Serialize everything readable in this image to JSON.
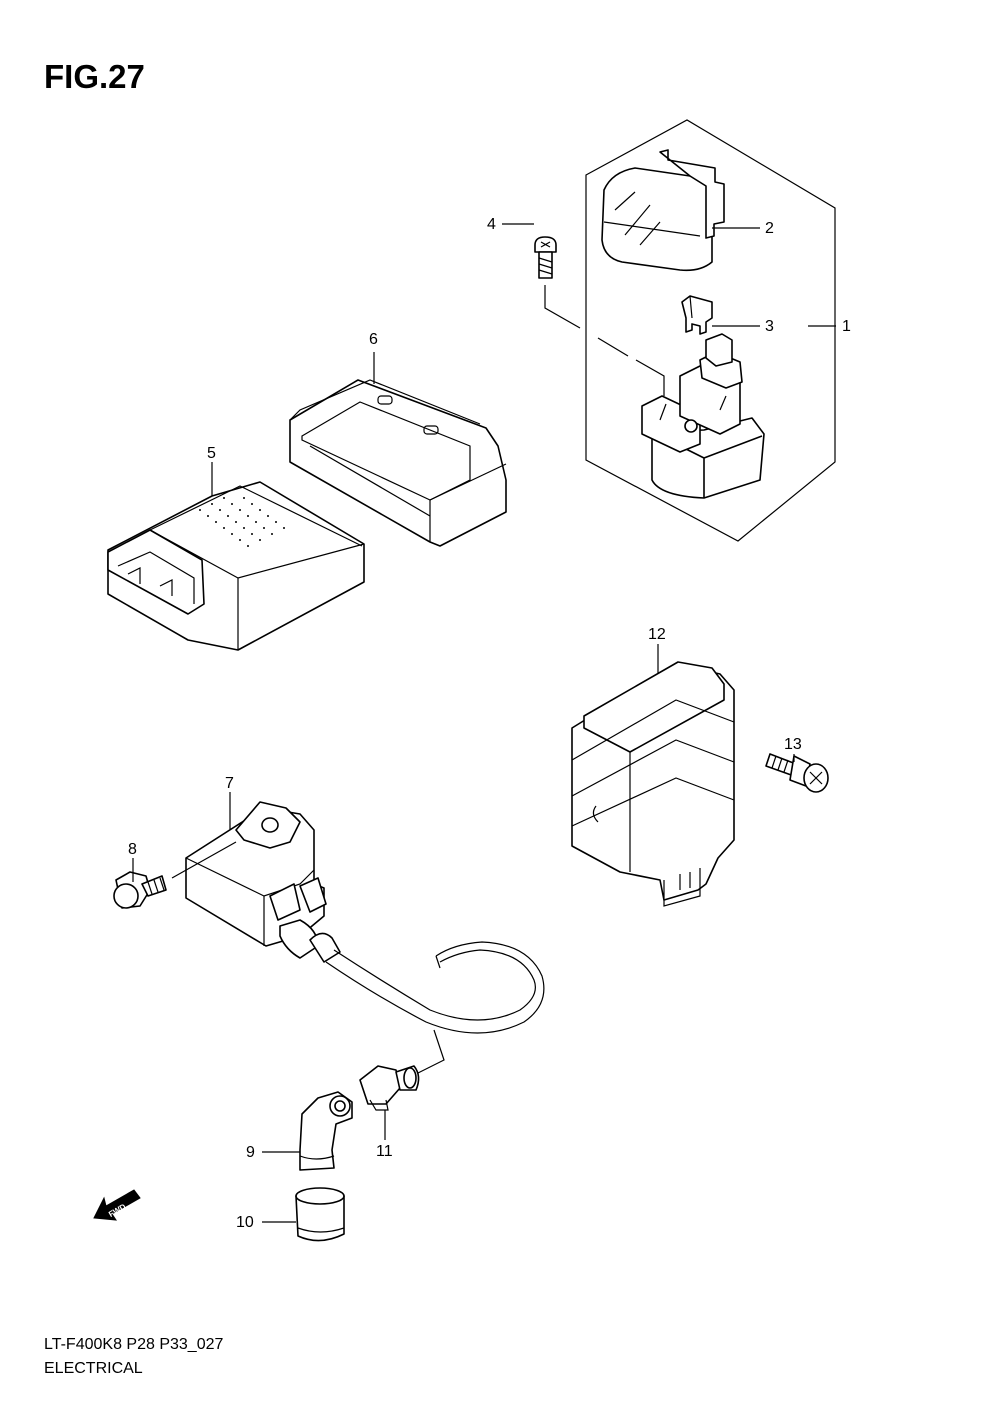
{
  "figure": {
    "title": "FIG.27"
  },
  "callouts": [
    {
      "id": "1",
      "label": "1"
    },
    {
      "id": "2",
      "label": "2"
    },
    {
      "id": "3",
      "label": "3"
    },
    {
      "id": "4",
      "label": "4"
    },
    {
      "id": "5",
      "label": "5"
    },
    {
      "id": "6",
      "label": "6"
    },
    {
      "id": "7",
      "label": "7"
    },
    {
      "id": "8",
      "label": "8"
    },
    {
      "id": "9",
      "label": "9"
    },
    {
      "id": "10",
      "label": "10"
    },
    {
      "id": "11",
      "label": "11"
    },
    {
      "id": "12",
      "label": "12"
    },
    {
      "id": "13",
      "label": "13"
    }
  ],
  "direction_marker": {
    "label": "FWD",
    "icon": "fwd-arrow-icon"
  },
  "footer": {
    "code": "LT-F400K8 P28 P33_027",
    "name": "ELECTRICAL"
  }
}
